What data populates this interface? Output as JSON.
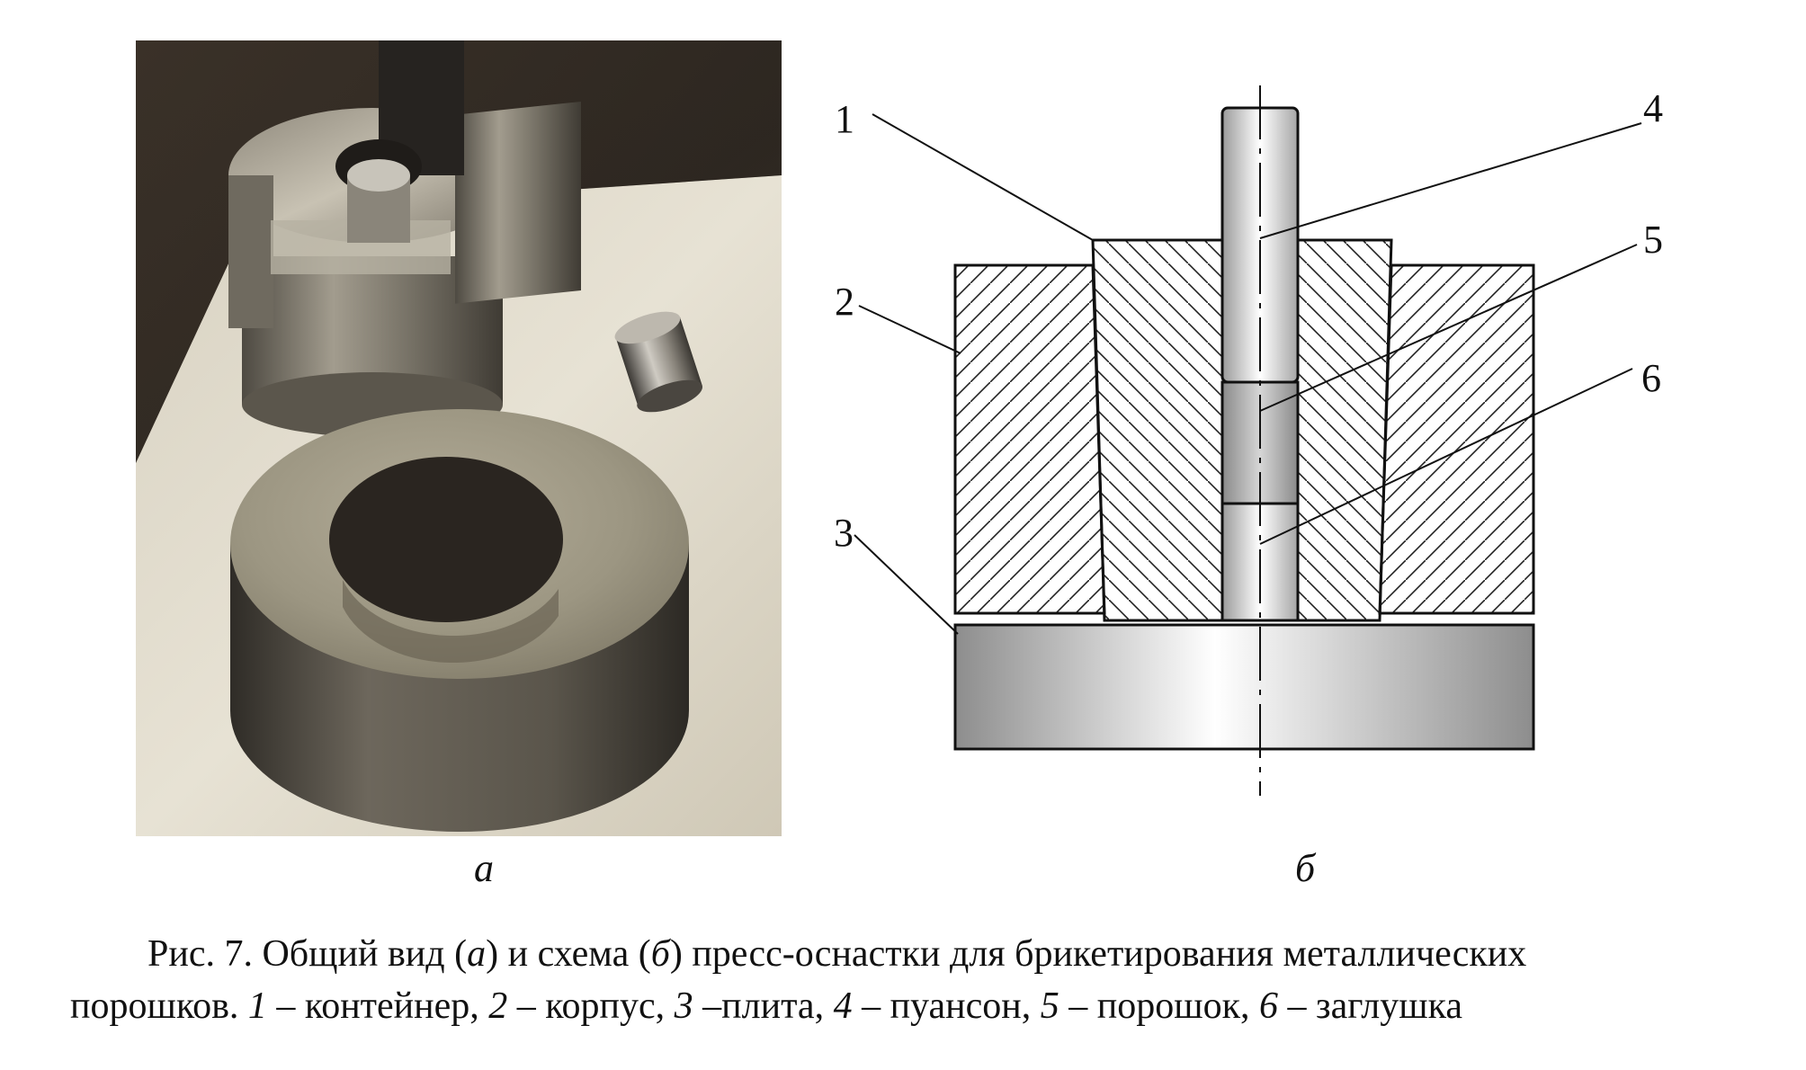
{
  "panel_a_label": "а",
  "panel_b_label": "б",
  "callouts": [
    "1",
    "2",
    "3",
    "4",
    "5",
    "6"
  ],
  "caption": {
    "line1_start": "Рис. 7. Общий вид (",
    "line1_a": "а",
    "line1_mid": ") и схема (",
    "line1_b": "б",
    "line1_end": ") пресс-оснастки для брикетирования металлических",
    "line2_start": "порошков. ",
    "n1": "1",
    "t1": " – контейнер, ",
    "n2": "2",
    "t2": " – корпус, ",
    "n3": "3",
    "t3": " –плита, ",
    "n4": "4",
    "t4": " – пуансон, ",
    "n5": "5",
    "t5": " – порошок, ",
    "n6": "6",
    "t6": " – заглушка"
  }
}
